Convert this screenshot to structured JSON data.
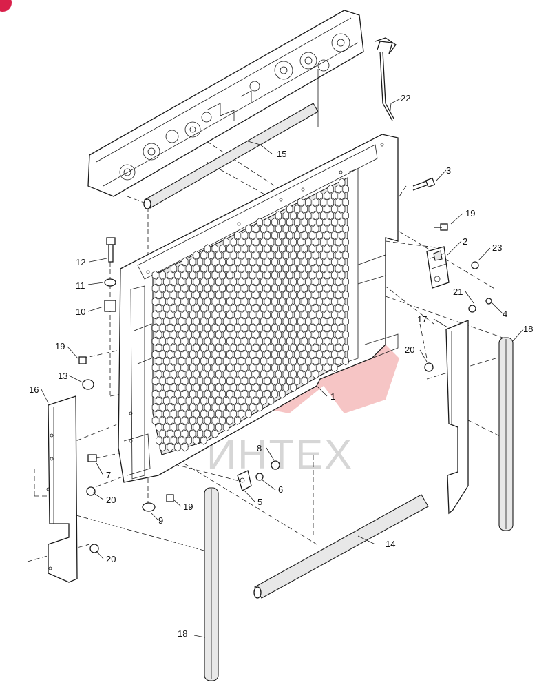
{
  "watermark": {
    "text": "ИНТЕХ",
    "accent_color": "#e03030"
  },
  "badge": {
    "color": "#d9204a"
  },
  "callouts": [
    {
      "id": "c1",
      "label": "1"
    },
    {
      "id": "c2",
      "label": "2"
    },
    {
      "id": "c3",
      "label": "3"
    },
    {
      "id": "c4",
      "label": "4"
    },
    {
      "id": "c5",
      "label": "5"
    },
    {
      "id": "c6",
      "label": "6"
    },
    {
      "id": "c7",
      "label": "7"
    },
    {
      "id": "c8",
      "label": "8"
    },
    {
      "id": "c9",
      "label": "9"
    },
    {
      "id": "c10",
      "label": "10"
    },
    {
      "id": "c11",
      "label": "11"
    },
    {
      "id": "c12",
      "label": "12"
    },
    {
      "id": "c13",
      "label": "13"
    },
    {
      "id": "c14",
      "label": "14"
    },
    {
      "id": "c15",
      "label": "15"
    },
    {
      "id": "c16",
      "label": "16"
    },
    {
      "id": "c17",
      "label": "17"
    },
    {
      "id": "c18a",
      "label": "18"
    },
    {
      "id": "c18b",
      "label": "18"
    },
    {
      "id": "c19a",
      "label": "19"
    },
    {
      "id": "c19b",
      "label": "19"
    },
    {
      "id": "c19c",
      "label": "19"
    },
    {
      "id": "c20a",
      "label": "20"
    },
    {
      "id": "c20b",
      "label": "20"
    },
    {
      "id": "c20c",
      "label": "20"
    },
    {
      "id": "c21",
      "label": "21"
    },
    {
      "id": "c22",
      "label": "22"
    },
    {
      "id": "c23",
      "label": "23"
    }
  ]
}
